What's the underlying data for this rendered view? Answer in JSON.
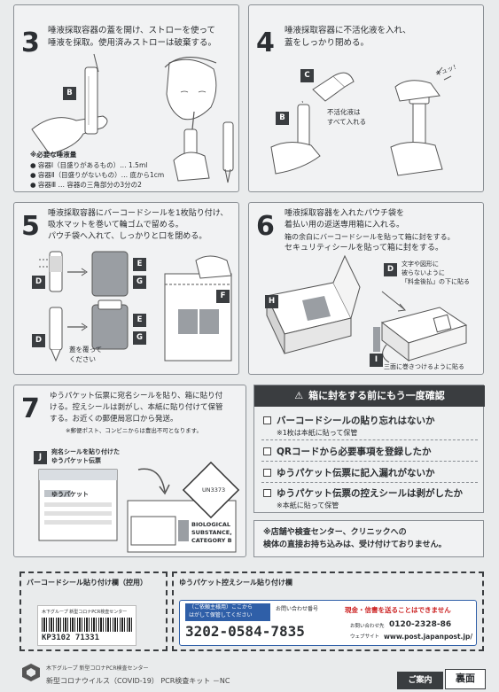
{
  "step3": {
    "number": "3",
    "line1": "唾液採取容器の蓋を開け、ストローを使って",
    "line2": "唾液を採取。使用済みストローは破棄する。",
    "label_b": "B",
    "req_title": "※必要な唾液量",
    "req1": "● 容器Ⅰ（目盛りがあるもの）… 1.5ml",
    "req2": "● 容器Ⅱ（目盛りがないもの）… 底から1cm",
    "req3": "● 容器Ⅲ … 容器の三角部分の3分の2"
  },
  "step4": {
    "number": "4",
    "line1": "唾液採取容器に不活化液を入れ、",
    "line2": "蓋をしっかり閉める。",
    "label_c": "C",
    "label_b": "B",
    "note1": "不活化液は",
    "note2": "すべて入れる",
    "kyu": "キュッ！"
  },
  "step5": {
    "number": "5",
    "line1": "唾液採取容器にバーコードシールを1枚貼り付け、",
    "line2": "吸水マットを巻いて輪ゴムで留める。",
    "line3": "パウチ袋へ入れて、しっかりと口を閉める。",
    "label_d1": "D",
    "label_e1": "E",
    "label_g1": "G",
    "label_d2": "D",
    "label_e2": "E",
    "label_g2": "G",
    "label_f": "F",
    "cap_note1": "蓋を覆って",
    "cap_note2": "ください"
  },
  "step6": {
    "number": "6",
    "line1": "唾液採取容器を入れたパウチ袋を",
    "line2": "着払い用の返送専用箱に入れる。",
    "line3": "箱の余白にバーコードシールを貼って箱に封をする。",
    "line4": "セキュリティシールを貼って箱に封をする。",
    "label_d": "D",
    "label_h": "H",
    "label_i": "I",
    "note1": "文字や図形に",
    "note2": "被らないように",
    "note3": "「料金後払」の下に貼る",
    "note4": "三面に巻きつけるように貼る"
  },
  "step7": {
    "number": "7",
    "line1": "ゆうパケット伝票に宛名シールを貼り、箱に貼り付",
    "line2": "ける。控えシールは剥がし、本紙に貼り付けて保管",
    "line3": "する。お近くの郵便局窓口から発送。",
    "line4": "※郵便ポスト、コンビニからは豊出不可となります。",
    "label_j": "J",
    "j_note1": "宛名シールを貼り付けた",
    "j_note2": "ゆうパケット伝票",
    "un": "UN3373",
    "bio1": "BIOLOGICAL",
    "bio2": "SUBSTANCE,",
    "bio3": "CATEGORY B",
    "yu": "ゆうパケット"
  },
  "check": {
    "title": "箱に封をする前にもう一度確認",
    "item1": "バーコードシールの貼り忘れはないか",
    "item1_note": "※1枚は本紙に貼って保管",
    "item2": "QRコードから必要事項を登録したか",
    "item3": "ゆうパケット伝票に記入漏れがないか",
    "item4": "ゆうパケット伝票の控えシールは剥がしたか",
    "item4_note": "※本紙に貼って保管",
    "notice1": "※店舗や検査センター、クリニックへの",
    "notice2": "検体の直接お持ち込みは、受け付けておりません。"
  },
  "barcode_area": {
    "title": "バーコードシール貼り付け欄（控用）",
    "sticker_line": "木下グループ 新型コロナPCR検査センター",
    "code": "KP3102 71331"
  },
  "yupacket_area": {
    "title": "ゆうパケット控えシール貼り付け欄",
    "tag1": "（ご依頼主様用）ここから",
    "tag2": "はがして保管してください",
    "inquiry": "お問い合わせ番号",
    "number": "3202-0584-7835",
    "cash": "現金・信書を送ることはできません",
    "phone_label": "お問い合わせ先",
    "phone": "0120-2328-86",
    "web_label": "ウェブサイト",
    "web": "www.post.japanpost.jp/"
  },
  "footer": {
    "company": "木下グループ 新型コロナPCR検査センター",
    "product": "新型コロナウイルス（COVID-19） PCR検査キット －NC",
    "info": "ご案内",
    "side": "裏面"
  }
}
